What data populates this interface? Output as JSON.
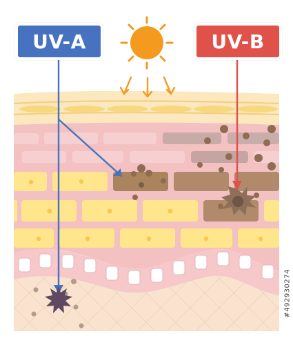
{
  "labels": {
    "uva": "UV-A",
    "uvb": "UV-B"
  },
  "watermark": "#492930274",
  "colors": {
    "uva": "#4672bf",
    "uvb": "#e0514a",
    "sun": "#f39a1f",
    "top_layer": "#fcebbd",
    "pink_layer": "#f4c1c2",
    "yellow_cell": "#ffe38a",
    "dermis": "#f8dfcb",
    "pigment": "#8c6a53"
  },
  "icons": {
    "sun": "sun-icon",
    "damage": "damage-burst-icon"
  }
}
